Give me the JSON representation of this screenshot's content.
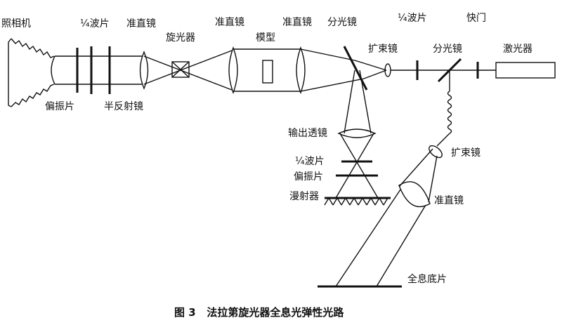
{
  "labels": {
    "camera": "照相机",
    "quarter_wave_1": "¼波片",
    "collimator_1": "准直镜",
    "rotator": "旋光器",
    "collimator_2": "准直镜",
    "model": "模型",
    "collimator_3": "准直镜",
    "splitter_1": "分光镜",
    "expander_1": "扩束镜",
    "quarter_wave_2": "¼波片",
    "splitter_2": "分光镜",
    "shutter": "快门",
    "laser": "激光器",
    "polarizer_1": "偏振片",
    "half_mirror": "半反射镜",
    "output_lens": "输出透镜",
    "quarter_wave_3": "¼波片",
    "polarizer_2": "偏振片",
    "diffuser": "漫射器",
    "expander_2": "扩束镜",
    "collimator_4": "准直镜",
    "film": "全息底片"
  },
  "caption": "图 3   法拉第旋光器全息光弹性光路"
}
